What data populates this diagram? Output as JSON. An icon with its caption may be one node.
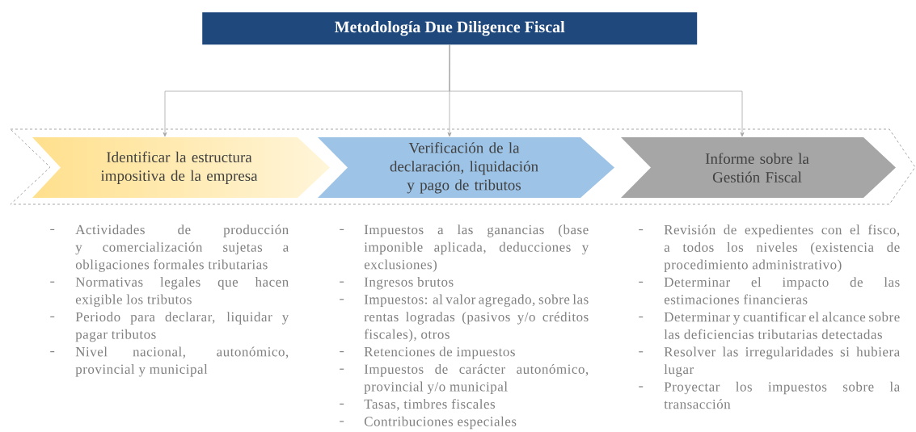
{
  "diagram": {
    "nodes": [
      {
        "text": [
          "Metodología Due Diligence Fiscal"
        ]
      },
      {
        "text": [
          "Identificar la estructura impositiva de la empresa"
        ],
        "beside": [
          "Actividades de producción y comercialización sujetas a obligaciones formales tributarias",
          "Normativas legales que hacen exigible los tributos",
          "Periodo para declarar, liquidar y pagar tributos",
          "Nivel nacional, autonómico, provincial y municipal"
        ]
      },
      {
        "text": [
          "Verificación de la declaración, liquidación y pago de tributos"
        ],
        "beside": [
          "Impuestos a las ganancias (base imponible aplicada, deducciones y exclusiones)",
          "Ingresos brutos",
          "Impuestos: al valor agregado, sobre las rentas logradas (pasivos y/o créditos fiscales), otros",
          "Retenciones de impuestos",
          "Impuestos de carácter autonómico, provincial y/o municipal",
          "Tasas, timbres fiscales",
          "Contribuciones especiales"
        ]
      },
      {
        "text": [
          "Informe sobre la Gestión Fiscal"
        ],
        "beside": [
          "Revisión de expedientes con el fisco, a todos los niveles (existencia de procedimiento administrativo)",
          "Determinar el impacto de las estimaciones financieras",
          "Determinar y cuantificar el alcance sobre las deficiencias tributarias detectadas",
          "Resolver las irregularidades si hubiera lugar",
          "Proyectar los impuestos sobre la transacción"
        ]
      }
    ],
    "edges": [
      {
        "from": 0,
        "to": 1,
        "arrow": "to"
      },
      {
        "from": 0,
        "to": 2,
        "arrow": "to"
      },
      {
        "from": 0,
        "to": 3,
        "arrow": "to"
      }
    ]
  }
}
